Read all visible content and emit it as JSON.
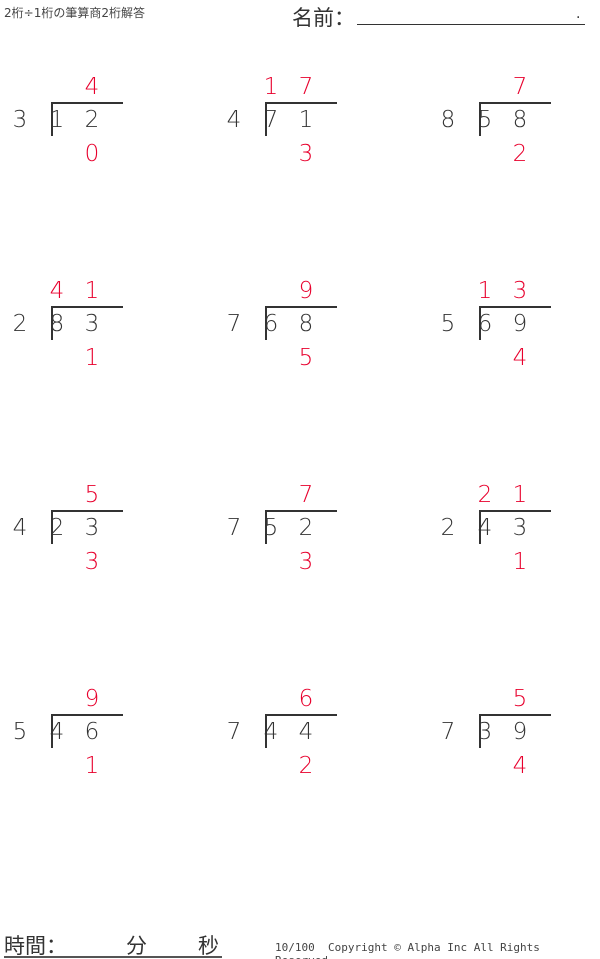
{
  "title": "2桁÷1桁の筆算商2桁解答",
  "name_label": "名前：",
  "name_dot": ".",
  "problems": [
    {
      "divisor": "3",
      "dividend": [
        "1",
        "2"
      ],
      "quotient": [
        "",
        "4"
      ],
      "remainder": "0"
    },
    {
      "divisor": "4",
      "dividend": [
        "7",
        "1"
      ],
      "quotient": [
        "1",
        "7"
      ],
      "remainder": "3"
    },
    {
      "divisor": "8",
      "dividend": [
        "5",
        "8"
      ],
      "quotient": [
        "",
        "7"
      ],
      "remainder": "2"
    },
    {
      "divisor": "2",
      "dividend": [
        "8",
        "3"
      ],
      "quotient": [
        "4",
        "1"
      ],
      "remainder": "1"
    },
    {
      "divisor": "7",
      "dividend": [
        "6",
        "8"
      ],
      "quotient": [
        "",
        "9"
      ],
      "remainder": "5"
    },
    {
      "divisor": "5",
      "dividend": [
        "6",
        "9"
      ],
      "quotient": [
        "1",
        "3"
      ],
      "remainder": "4"
    },
    {
      "divisor": "4",
      "dividend": [
        "2",
        "3"
      ],
      "quotient": [
        "",
        "5"
      ],
      "remainder": "3"
    },
    {
      "divisor": "7",
      "dividend": [
        "5",
        "2"
      ],
      "quotient": [
        "",
        "7"
      ],
      "remainder": "3"
    },
    {
      "divisor": "2",
      "dividend": [
        "4",
        "3"
      ],
      "quotient": [
        "2",
        "1"
      ],
      "remainder": "1"
    },
    {
      "divisor": "5",
      "dividend": [
        "4",
        "6"
      ],
      "quotient": [
        "",
        "9"
      ],
      "remainder": "1"
    },
    {
      "divisor": "7",
      "dividend": [
        "4",
        "4"
      ],
      "quotient": [
        "",
        "6"
      ],
      "remainder": "2"
    },
    {
      "divisor": "7",
      "dividend": [
        "3",
        "9"
      ],
      "quotient": [
        "",
        "5"
      ],
      "remainder": "4"
    }
  ],
  "time": {
    "label": "時間：",
    "minutes": "分",
    "seconds": "秒"
  },
  "footer": {
    "page": "10/100",
    "copyright": "Copyright © Alpha Inc All Rights Reserved."
  },
  "colors": {
    "answer": "#e8002d",
    "ink": "#333333"
  }
}
